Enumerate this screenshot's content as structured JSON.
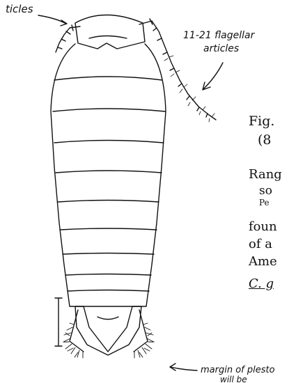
{
  "labels": {
    "articles": "ticles",
    "flagellar_line1": "11-21 flagellar",
    "flagellar_line2": "articles",
    "margin_line1": "margin of plesto",
    "margin_line2": "will be"
  },
  "printed_text": {
    "fig_line1": "Fig.",
    "fig_line2": "(8",
    "range_line1": "Rang",
    "range_line2": "so",
    "range_line3": "Pe",
    "found_line1": "foun",
    "found_line2": "of a",
    "found_line3": "Ame",
    "species": "C. g"
  },
  "colors": {
    "ink": "#111111",
    "paper": "#ffffff"
  }
}
